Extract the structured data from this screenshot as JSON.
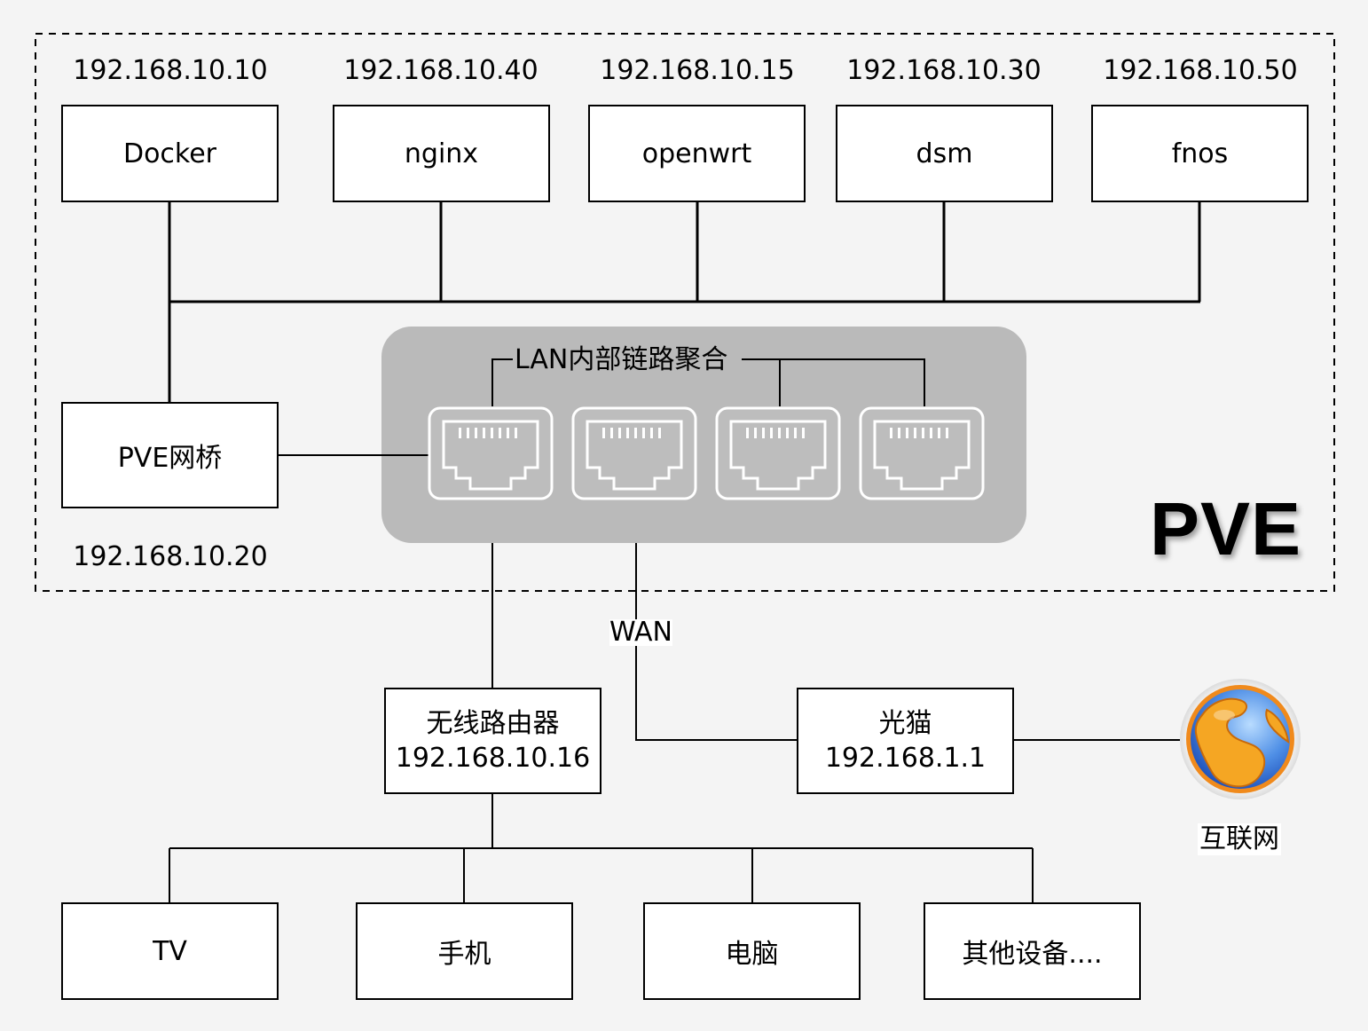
{
  "pve": {
    "title": "PVE",
    "vms": [
      {
        "name": "Docker",
        "ip": "192.168.10.10"
      },
      {
        "name": "nginx",
        "ip": "192.168.10.40"
      },
      {
        "name": "openwrt",
        "ip": "192.168.10.15"
      },
      {
        "name": "dsm",
        "ip": "192.168.10.30"
      },
      {
        "name": "fnos",
        "ip": "192.168.10.50"
      }
    ],
    "bridge": {
      "name": "PVE网桥",
      "ip": "192.168.10.20"
    },
    "lan_aggregation_label": "LAN内部链路聚合",
    "port_count": 4
  },
  "wan_label": "WAN",
  "router": {
    "name": "无线路由器",
    "ip": "192.168.10.16"
  },
  "modem": {
    "name": "光猫",
    "ip": "192.168.1.1"
  },
  "internet": {
    "label": "互联网",
    "icon": "globe-icon"
  },
  "clients": [
    {
      "name": "TV"
    },
    {
      "name": "手机"
    },
    {
      "name": "电脑"
    },
    {
      "name": "其他设备...."
    }
  ],
  "colors": {
    "background": "#f4f4f4",
    "nic_panel": "#bababa",
    "port_outline": "#ffffff",
    "line": "#000000"
  }
}
